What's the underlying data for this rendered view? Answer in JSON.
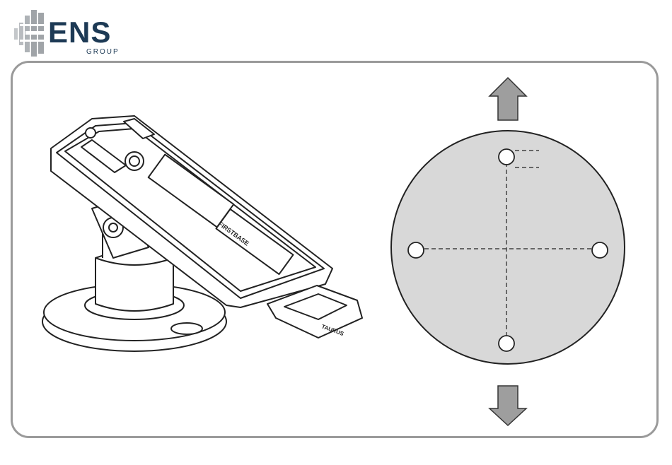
{
  "logo": {
    "brand": "ENS",
    "sub": "GROUP",
    "brand_color": "#1d3a55",
    "mark_color": "#a0a4a8"
  },
  "device": {
    "front_label": "FIRSTBASE",
    "tab_label": "TAURUS"
  },
  "colors": {
    "plate_fill": "#d8d8d8",
    "arrow_fill": "#9e9e9e",
    "outline": "#222222",
    "frame": "#9a9a9a"
  },
  "icons": [
    "arrow-up-icon",
    "arrow-down-icon"
  ]
}
